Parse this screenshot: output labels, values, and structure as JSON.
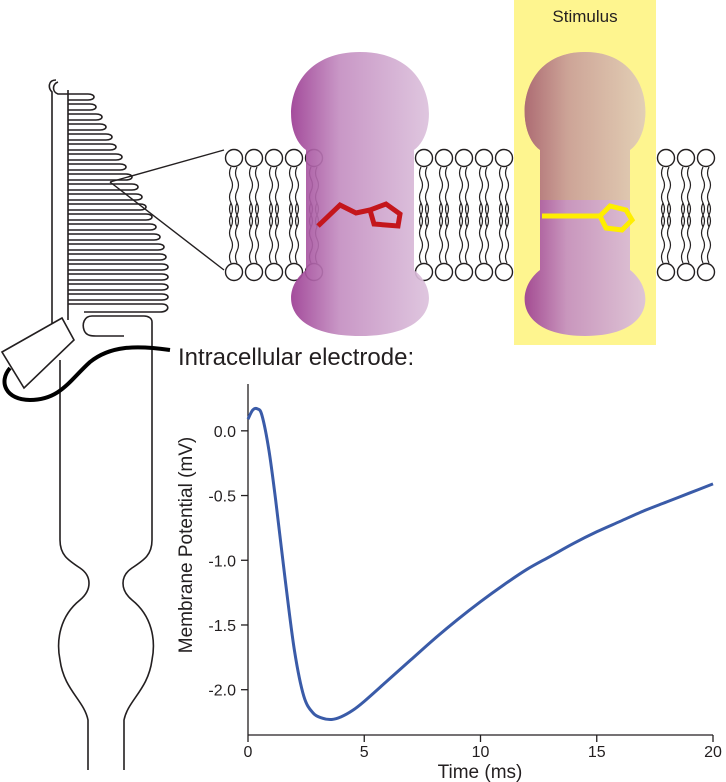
{
  "stimulus": {
    "label": "Stimulus",
    "color": "#fef58f"
  },
  "electrode": {
    "label": "Intracellular electrode:"
  },
  "chromophores": {
    "inactive_color": "#c4161c",
    "active_color": "#ffee00"
  },
  "channel_colors": {
    "dark": "#9c3d93",
    "light": "#dbbcdb",
    "glow": "#c7a56a"
  },
  "chart_data": {
    "type": "line",
    "xlabel": "Time (ms)",
    "ylabel": "Membrane Potential (mV)",
    "xlim": [
      0,
      20
    ],
    "ylim": [
      -2.35,
      0.3
    ],
    "xticks": [
      0,
      5,
      10,
      15,
      20
    ],
    "yticks": [
      0.0,
      -0.5,
      -1.0,
      -1.5,
      -2.0
    ],
    "xtick_labels": [
      "0",
      "5",
      "10",
      "15",
      "20"
    ],
    "ytick_labels": [
      "0.0",
      "-0.5",
      "-1.0",
      "-1.5",
      "-2.0"
    ],
    "grid": false,
    "series": [
      {
        "color": "#3a5ba8",
        "x": [
          0,
          0.2,
          0.4,
          0.6,
          0.9,
          1.2,
          1.6,
          2.0,
          2.4,
          2.8,
          3.2,
          3.6,
          4.0,
          4.5,
          5.0,
          6,
          7,
          8,
          9,
          10,
          11,
          12,
          13,
          14,
          15,
          16,
          17,
          18,
          19,
          20
        ],
        "y": [
          0.09,
          0.16,
          0.17,
          0.12,
          -0.15,
          -0.55,
          -1.15,
          -1.7,
          -2.05,
          -2.18,
          -2.22,
          -2.23,
          -2.21,
          -2.16,
          -2.09,
          -1.93,
          -1.77,
          -1.61,
          -1.46,
          -1.32,
          -1.19,
          -1.07,
          -0.97,
          -0.87,
          -0.78,
          -0.7,
          -0.62,
          -0.55,
          -0.48,
          -0.41
        ]
      }
    ]
  }
}
